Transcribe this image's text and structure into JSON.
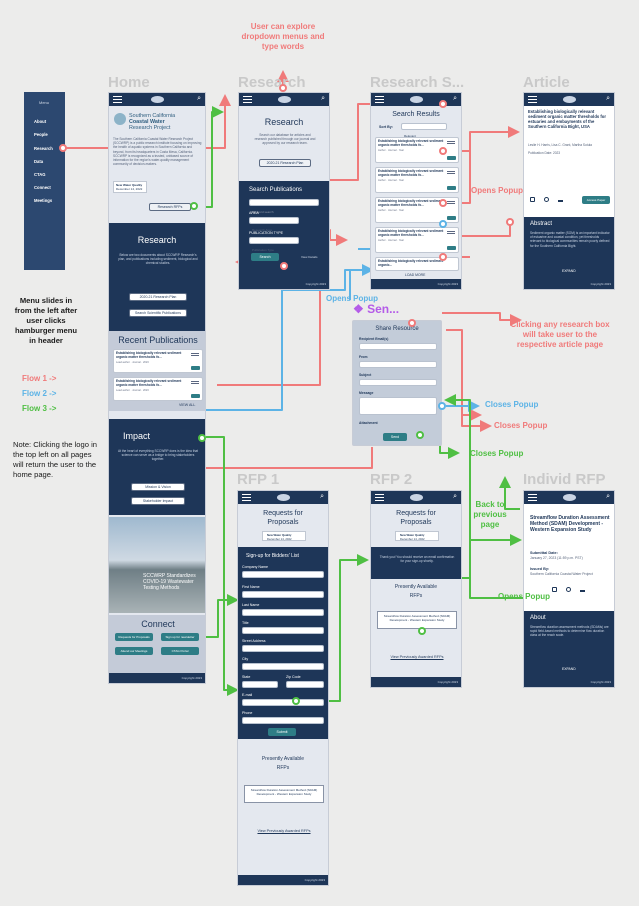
{
  "screens": {
    "menu": {
      "items": [
        "About",
        "People",
        "Research",
        "Data",
        "CTAG",
        "Connect",
        "Meetings"
      ],
      "menu_label": "Menu"
    },
    "home": {
      "title": "Home",
      "brand_line1": "Southern California",
      "brand_line2": "Coastal Water",
      "brand_line3": "Research Project",
      "intro": "The Southern California Coastal Water Research Project (SCCWRP) is a public research institute focusing on improving the health of aquatic systems in Southern California and beyond, from its headquarters in Costa Mesa, California. SCCWRP is recognized as a trusted, unbiased source of information for the region's water-quality management community of decision-makers.",
      "news_line1": "New Water Quality",
      "news_line2": "December 14, 2022",
      "research_rfps_btn": "Research RFPs",
      "research_heading": "Research",
      "research_text": "Below are two documents about SCCWRP Research's plan, and publications including sediment, biological and chemical studies.",
      "research_btn1": "2020-21 Research Plan",
      "research_btn2": "Search Scientific Publications",
      "recent_pubs_heading": "Recent Publications",
      "view_all": "VIEW ALL",
      "impact_heading": "Impact",
      "impact_text": "At the heart of everything SCCWRP does is the idea that science can serve as a bridge to bring stakeholders together.",
      "impact_btn1": "Mission & Vision",
      "impact_btn2": "Stakeholder Impact",
      "photo_caption_1": "SCCWRP Standardizes",
      "photo_caption_2": "COVID-19 Wastewater",
      "photo_caption_3": "Testing Methods",
      "connect_heading": "Connect",
      "connect_btns": [
        "Requests for Proposals",
        "Sign up for newsletter",
        "Attend our Meetings",
        "CTAG Portal"
      ],
      "footer": "Copyright 2023"
    },
    "research": {
      "title": "Research",
      "heading": "Research",
      "text": "Search our database for articles and research published through our journal and approved by our research team.",
      "plan_btn": "2020-21 Research Plan",
      "search_heading": "Search Publications",
      "keyword_placeholder": "Keyword search",
      "area_label": "AREA",
      "area_value": "Research Area",
      "pubtype_label": "PUBLICATION TYPE",
      "pubtype_value": "Publication Type",
      "search_btn": "Search",
      "view_details": "View Details",
      "footer": "Copyright 2023"
    },
    "search_results": {
      "title": "Research S...",
      "heading": "Search Results",
      "sort_label": "Sort By:",
      "sort_value": "Relevant",
      "load_more": "LOAD MORE",
      "footer": "Copyright 2023"
    },
    "article": {
      "title": "Article",
      "heading": "Establishing biologically relevant sediment organic matter thresholds for estuaries and embayments of the Southern California Bight, USA",
      "meta": "Leslie H. Harris, Lisa C. Grant, Martha Sutula",
      "meta2": "Publication Date: 2023",
      "abstract_heading": "Abstract",
      "abstract_text": "Sediment organic matter (SOM) is an important indicator of estuarine and coastal condition, yet thresholds relevant to biological communities remain poorly defined for the Southern California Bight.",
      "expand": "EXPAND",
      "icons": [
        "Email",
        "Share",
        "Download"
      ],
      "footer": "Copyright 2023"
    },
    "share": {
      "title": "Sen...",
      "heading": "Share Resource",
      "fields": [
        "Recipient Email(s)",
        "From",
        "Subject",
        "Message"
      ],
      "attachment": "Attachment",
      "send_btn": "Send"
    },
    "rfp1": {
      "title": "RFP 1",
      "heading": "Requests for Proposals",
      "badge_line1": "New Water Quality",
      "badge_line2": "December 14, 2022",
      "signup_heading": "Sign-up for Bidders' List",
      "fields": [
        "Company Name",
        "First Name",
        "Last Name",
        "Title",
        "Street Address",
        "City",
        "State",
        "Zip Code",
        "E-mail",
        "Phone"
      ],
      "submit_btn": "Submit",
      "available_heading": "Presently Available RFPs",
      "rfp_item": "Streamflow Duration Assessment Method (SDAM) Development - Western Expansion Study",
      "past_link": "View Previously Awarded RFPs",
      "footer": "Copyright 2023"
    },
    "rfp2": {
      "title": "RFP 2",
      "heading": "Requests for Proposals",
      "badge_line1": "New Water Quality",
      "badge_line2": "December 14, 2022",
      "thanks": "Thank you! You should receive an email confirmation for your sign-up shortly.",
      "available_heading": "Presently Available RFPs",
      "rfp_item": "Streamflow Duration Assessment Method (SDAM) Development - Western Expansion Study",
      "past_link": "View Previously Awarded RFPs",
      "footer": "Copyright 2023"
    },
    "individ_rfp": {
      "title": "Individ RFP",
      "heading": "Streamflow Duration Assessment Method (SDAM) Development - Western Expansion Study",
      "submittal_label": "Submittal Date:",
      "submittal_value": "January 27, 2023 (11:59 p.m. PST)",
      "issued_label": "Issued By:",
      "issued_value": "Southern California Coastal Water Project",
      "icons": [
        "Email",
        "Share",
        "Download"
      ],
      "about_heading": "About",
      "about_text": "Streamflow duration assessment methods (SDAMs) are rapid field-based methods to determine flow duration class at the reach scale.",
      "expand": "EXPAND",
      "footer": "Copyright 2023"
    }
  },
  "annotations": {
    "user_explore": "User can explore dropdown menus and type words",
    "menu_slides": "Menu slides in from the left after user clicks hamburger menu in header",
    "flow1": "Flow 1 ->",
    "flow2": "Flow 2 ->",
    "flow3": "Flow 3 ->",
    "note": "Note: Clicking the logo in the top left on all pages will return the user to the home page.",
    "opens_popup_1": "Opens Popup",
    "opens_popup_2": "Opens Popup",
    "opens_popup_3": "Opens Popup",
    "clicking_research": "Clicking any research box will take user to the respective article page",
    "closes_popup_1": "Closes Popup",
    "closes_popup_2": "Closes Popup",
    "closes_popup_3": "Closes Popup",
    "back_prev": "Back to previous page"
  },
  "colors": {
    "navy": "#1e3658",
    "teal": "#2e7d86",
    "flow1": "#f07a7a",
    "flow2": "#5cb3e6",
    "flow3": "#4fbf43",
    "popup": "#b45be8"
  }
}
